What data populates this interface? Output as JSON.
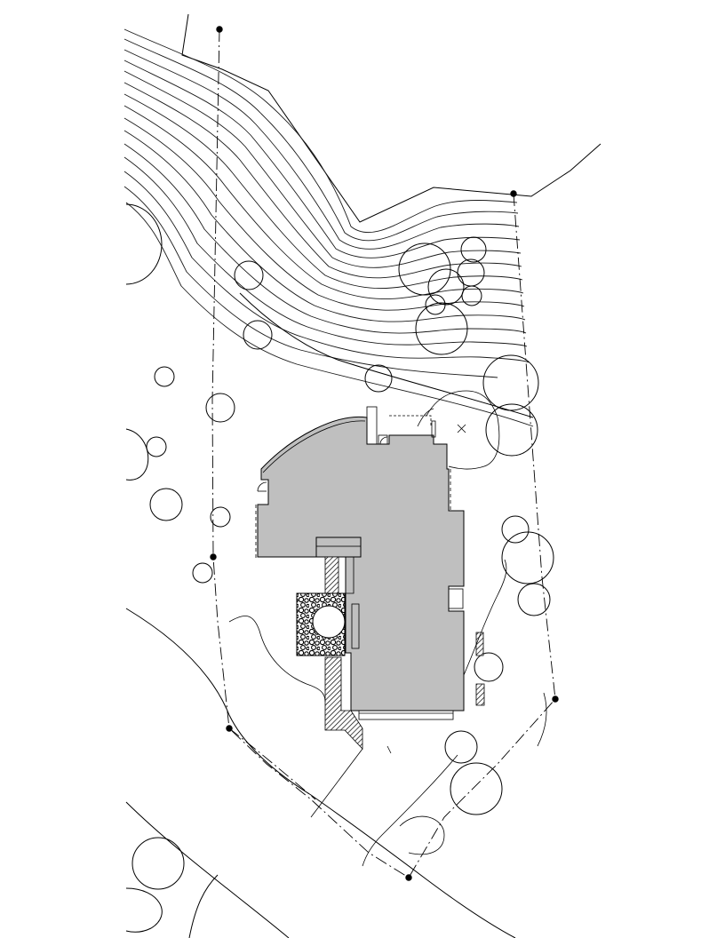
{
  "drawing": {
    "background_color": "#ffffff",
    "line_color": "#000000",
    "building_fill": "#bfbfbf",
    "symbols": [
      "property-line-dash-dot",
      "contour-lines",
      "tree-canopy-circles",
      "property-corner-pins",
      "stone-patio",
      "hatched-retaining-walls",
      "vent-boxes"
    ]
  }
}
